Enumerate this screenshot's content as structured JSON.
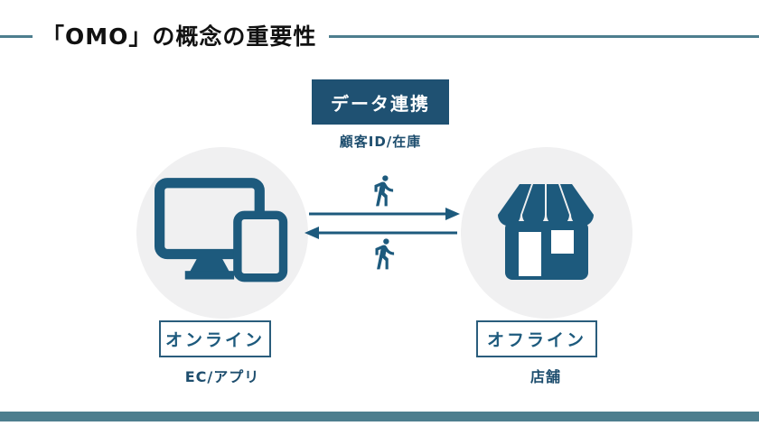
{
  "title": {
    "text": "「OMO」の概念の重要性"
  },
  "data_link": {
    "label": "データ連携",
    "caption": "顧客ID/在庫"
  },
  "online": {
    "label": "オンライン",
    "caption": "EC/アプリ",
    "icon": "devices-icon"
  },
  "offline": {
    "label": "オフライン",
    "caption": "店舗",
    "icon": "storefront-icon"
  },
  "flow": {
    "to_offline_icon": "walking-person-icon",
    "to_online_icon": "walking-person-icon"
  },
  "colors": {
    "accent_teal": "#4d7e8e",
    "primary_blue": "#1d5a7d",
    "box_navy": "#1f5172",
    "caption_navy": "#1e4e6e",
    "circle_gray": "#f0f0f1",
    "title_black": "#111111"
  }
}
